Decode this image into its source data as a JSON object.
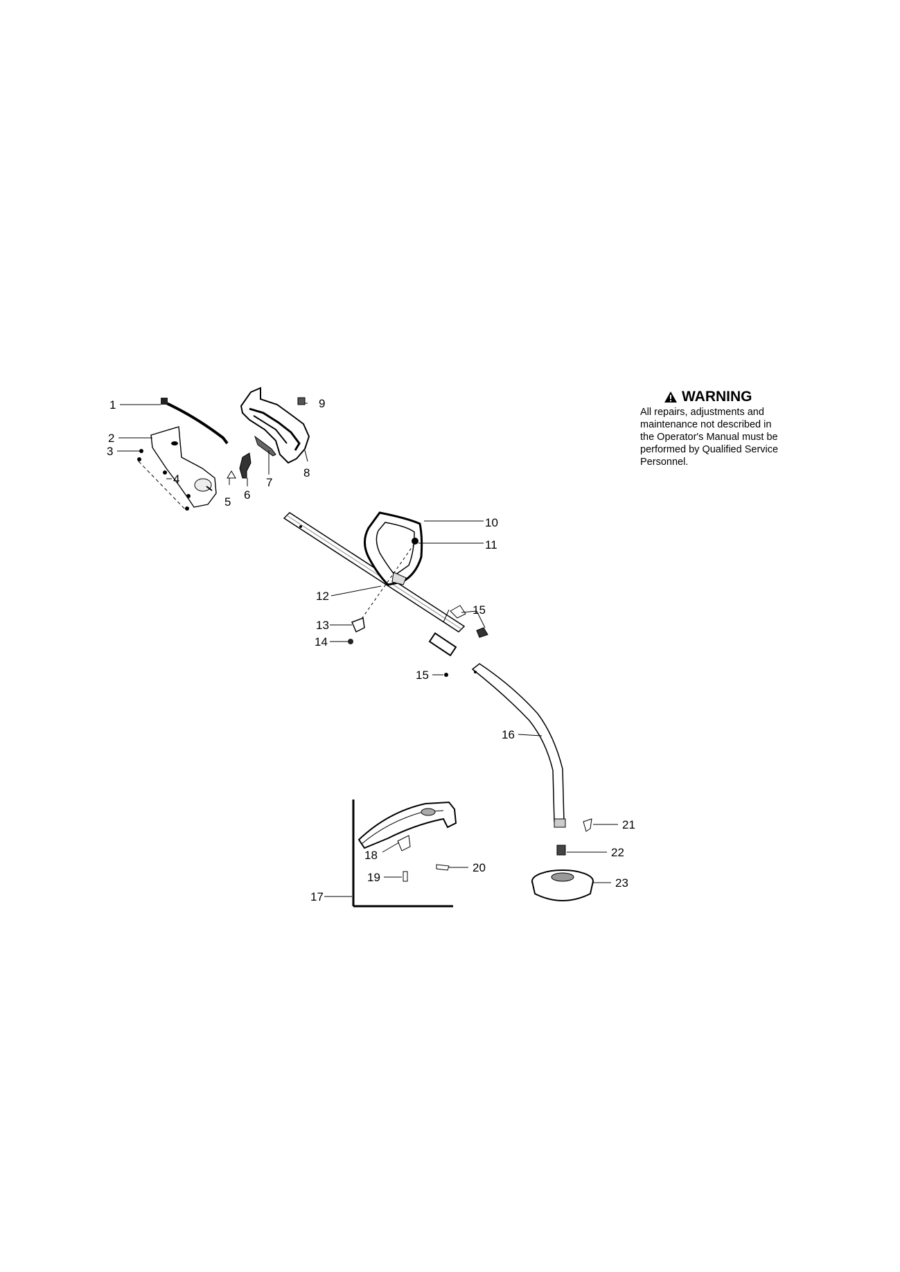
{
  "warning": {
    "icon": "warning-triangle-icon",
    "title": "WARNING",
    "text": "All repairs, adjustments and\nmaintenance not described in\nthe Operator's Manual must be\nperformed by Qualified Service\nPersonnel."
  },
  "callouts": {
    "c1": "1",
    "c2": "2",
    "c3": "3",
    "c4": "4",
    "c5": "5",
    "c6": "6",
    "c7": "7",
    "c8": "8",
    "c9": "9",
    "c10": "10",
    "c11": "11",
    "c12": "12",
    "c13": "13",
    "c14": "14",
    "c15a": "15",
    "c15b": "15",
    "c16": "16",
    "c17": "17",
    "c18": "18",
    "c19": "19",
    "c20": "20",
    "c21": "21",
    "c22": "22",
    "c23": "23"
  }
}
